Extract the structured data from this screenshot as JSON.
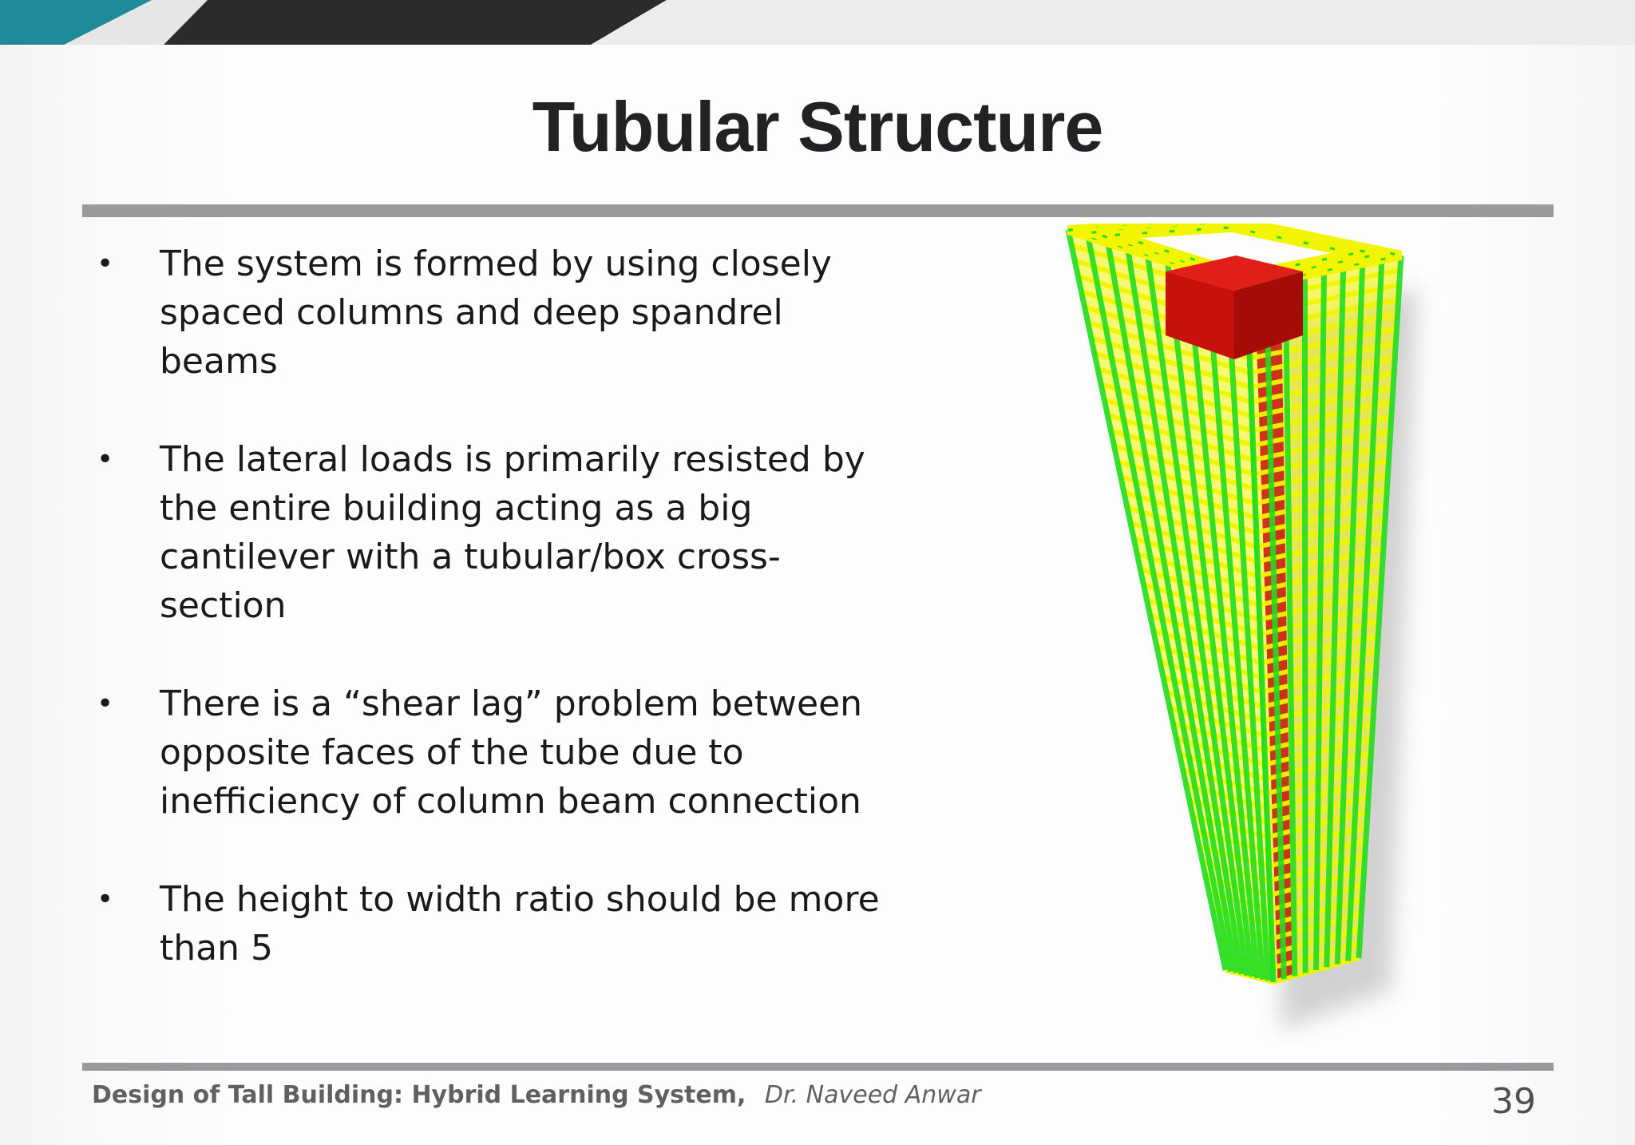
{
  "slide": {
    "title": "Tubular Structure",
    "bullets": [
      "The system is formed by using closely spaced columns and deep spandrel beams",
      "The lateral loads is primarily resisted by the entire building acting as a big cantilever with a tubular/box cross-section",
      "There is a “shear lag” problem between opposite faces of the tube due to inefficiency of column beam connection",
      "The height to width ratio should be more than 5"
    ],
    "bullet_symbol": "•",
    "footer": {
      "course": "Design of Tall Building: Hybrid Learning System,",
      "author": "Dr. Naveed Anwar"
    },
    "page_number": "39"
  },
  "colors": {
    "strip_teal": "#1f8a9a",
    "strip_dark": "#2b2b2d",
    "strip_light": "#e6e6e8",
    "rule": "#9a9a9c",
    "frame_yellow": "#f2f400",
    "frame_green": "#22dd22",
    "core_red": "#c8100c"
  },
  "illustration": {
    "icon": "tube-building-illustration"
  }
}
